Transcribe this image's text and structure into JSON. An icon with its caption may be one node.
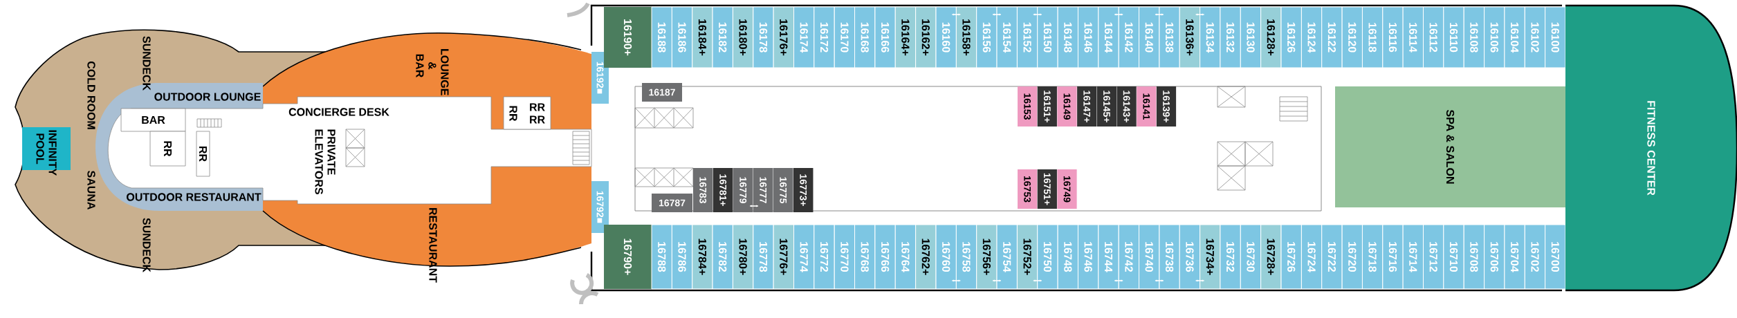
{
  "diagram": {
    "nodes": [
      {
        "text": [
          "SUNDECK",
          "SUNDECK"
        ]
      },
      {
        "text": [
          "INFINITY POOL"
        ],
        "in": 0
      },
      {
        "text": [
          "OUTDOOR LOUNGE"
        ],
        "in": 0
      },
      {
        "text": [
          "OUTDOOR RESTAURANT"
        ],
        "in": 0
      },
      {
        "text": [
          "BAR"
        ],
        "in": 2
      },
      {
        "text": [
          "RR"
        ],
        "in": 0
      },
      {
        "text": [
          "RR"
        ],
        "in": 0
      },
      {
        "text": [
          "LOUNGE & BAR",
          "RESTAURANT"
        ]
      },
      {
        "text": [
          "CONCIERGE DESK",
          "PRIVATE ELEVATORS"
        ],
        "in": 7
      },
      {
        "text": [
          "RR",
          "RR RR"
        ],
        "in": 7
      },
      {
        "text": [
          "16192■"
        ]
      },
      {
        "text": [
          "16190+"
        ]
      },
      {
        "text": [
          "16188"
        ]
      },
      {
        "text": [
          "16186"
        ]
      },
      {
        "text": [
          "16184+"
        ]
      },
      {
        "text": [
          "16182"
        ]
      },
      {
        "text": [
          "16180+"
        ]
      },
      {
        "text": [
          "16178"
        ]
      },
      {
        "text": [
          "16176+"
        ]
      },
      {
        "text": [
          "16174"
        ]
      },
      {
        "text": [
          "16172"
        ]
      },
      {
        "text": [
          "16170"
        ]
      },
      {
        "text": [
          "16168"
        ]
      },
      {
        "text": [
          "16166"
        ]
      },
      {
        "text": [
          "16164+"
        ]
      },
      {
        "text": [
          "16162+"
        ]
      },
      {
        "text": [
          "16160"
        ]
      },
      {
        "text": [
          "16158+"
        ]
      },
      {
        "text": [
          "16156"
        ]
      },
      {
        "text": [
          "16154"
        ]
      },
      {
        "text": [
          "16152"
        ]
      },
      {
        "text": [
          "16150"
        ]
      },
      {
        "text": [
          "16148"
        ]
      },
      {
        "text": [
          "16146"
        ]
      },
      {
        "text": [
          "16144"
        ]
      },
      {
        "text": [
          "16142"
        ]
      },
      {
        "text": [
          "16140"
        ]
      },
      {
        "text": [
          "16138"
        ]
      },
      {
        "text": [
          "16136+"
        ]
      },
      {
        "text": [
          "16134"
        ]
      },
      {
        "text": [
          "16132"
        ]
      },
      {
        "text": [
          "16130"
        ]
      },
      {
        "text": [
          "16128+"
        ]
      },
      {
        "text": [
          "16126"
        ]
      },
      {
        "text": [
          "16124"
        ]
      },
      {
        "text": [
          "16122"
        ]
      },
      {
        "text": [
          "16120"
        ]
      },
      {
        "text": [
          "16118"
        ]
      },
      {
        "text": [
          "16116"
        ]
      },
      {
        "text": [
          "16114"
        ]
      },
      {
        "text": [
          "16112"
        ]
      },
      {
        "text": [
          "16110"
        ]
      },
      {
        "text": [
          "16108"
        ]
      },
      {
        "text": [
          "16106"
        ]
      },
      {
        "text": [
          "16104"
        ]
      },
      {
        "text": [
          "16102"
        ]
      },
      {
        "text": [
          "16100"
        ]
      },
      {
        "text": [
          "16187"
        ]
      },
      {
        "text": [
          "16153"
        ]
      },
      {
        "text": [
          "16151+"
        ]
      },
      {
        "text": [
          "16149"
        ]
      },
      {
        "text": [
          "16147+"
        ]
      },
      {
        "text": [
          "16145+"
        ]
      },
      {
        "text": [
          "16143+"
        ]
      },
      {
        "text": [
          "16141"
        ]
      },
      {
        "text": [
          "16139+"
        ]
      },
      {
        "text": [
          "16792■"
        ]
      },
      {
        "text": [
          "16790+"
        ]
      },
      {
        "text": [
          "16788"
        ]
      },
      {
        "text": [
          "16786"
        ]
      },
      {
        "text": [
          "16784+"
        ]
      },
      {
        "text": [
          "16782"
        ]
      },
      {
        "text": [
          "16780+"
        ]
      },
      {
        "text": [
          "16778"
        ]
      },
      {
        "text": [
          "16776+"
        ]
      },
      {
        "text": [
          "16774"
        ]
      },
      {
        "text": [
          "16772"
        ]
      },
      {
        "text": [
          "16770"
        ]
      },
      {
        "text": [
          "16768"
        ]
      },
      {
        "text": [
          "16766"
        ]
      },
      {
        "text": [
          "16764"
        ]
      },
      {
        "text": [
          "16762+"
        ]
      },
      {
        "text": [
          "16760"
        ]
      },
      {
        "text": [
          "16758"
        ]
      },
      {
        "text": [
          "16756+"
        ]
      },
      {
        "text": [
          "16754"
        ]
      },
      {
        "text": [
          "16752+"
        ]
      },
      {
        "text": [
          "16750"
        ]
      },
      {
        "text": [
          "16748"
        ]
      },
      {
        "text": [
          "16746"
        ]
      },
      {
        "text": [
          "16744"
        ]
      },
      {
        "text": [
          "16742"
        ]
      },
      {
        "text": [
          "16740"
        ]
      },
      {
        "text": [
          "16738"
        ]
      },
      {
        "text": [
          "16736"
        ]
      },
      {
        "text": [
          "16734+"
        ]
      },
      {
        "text": [
          "16732"
        ]
      },
      {
        "text": [
          "16730"
        ]
      },
      {
        "text": [
          "16728+"
        ]
      },
      {
        "text": [
          "16726"
        ]
      },
      {
        "text": [
          "16724"
        ]
      },
      {
        "text": [
          "16722"
        ]
      },
      {
        "text": [
          "16720"
        ]
      },
      {
        "text": [
          "16718"
        ]
      },
      {
        "text": [
          "16716"
        ]
      },
      {
        "text": [
          "16714"
        ]
      },
      {
        "text": [
          "16712"
        ]
      },
      {
        "text": [
          "16710"
        ]
      },
      {
        "text": [
          "16708"
        ]
      },
      {
        "text": [
          "16706"
        ]
      },
      {
        "text": [
          "16704"
        ]
      },
      {
        "text": [
          "16702"
        ]
      },
      {
        "text": [
          "16700"
        ]
      },
      {
        "text": [
          "16787"
        ]
      },
      {
        "text": [
          "16783"
        ]
      },
      {
        "text": [
          "16781+"
        ]
      },
      {
        "text": [
          "16779"
        ]
      },
      {
        "text": [
          "16777"
        ]
      },
      {
        "text": [
          "16775"
        ]
      },
      {
        "text": [
          "16773+"
        ]
      },
      {
        "text": [
          "16753"
        ]
      },
      {
        "text": [
          "16751+"
        ]
      },
      {
        "text": [
          "16749"
        ]
      },
      {
        "text": [
          "SPA & SALON"
        ]
      },
      {
        "text": [
          "FITNESS CENTER"
        ]
      }
    ],
    "labels": [
      "COLD ROOM",
      "SAUNA"
    ]
  }
}
